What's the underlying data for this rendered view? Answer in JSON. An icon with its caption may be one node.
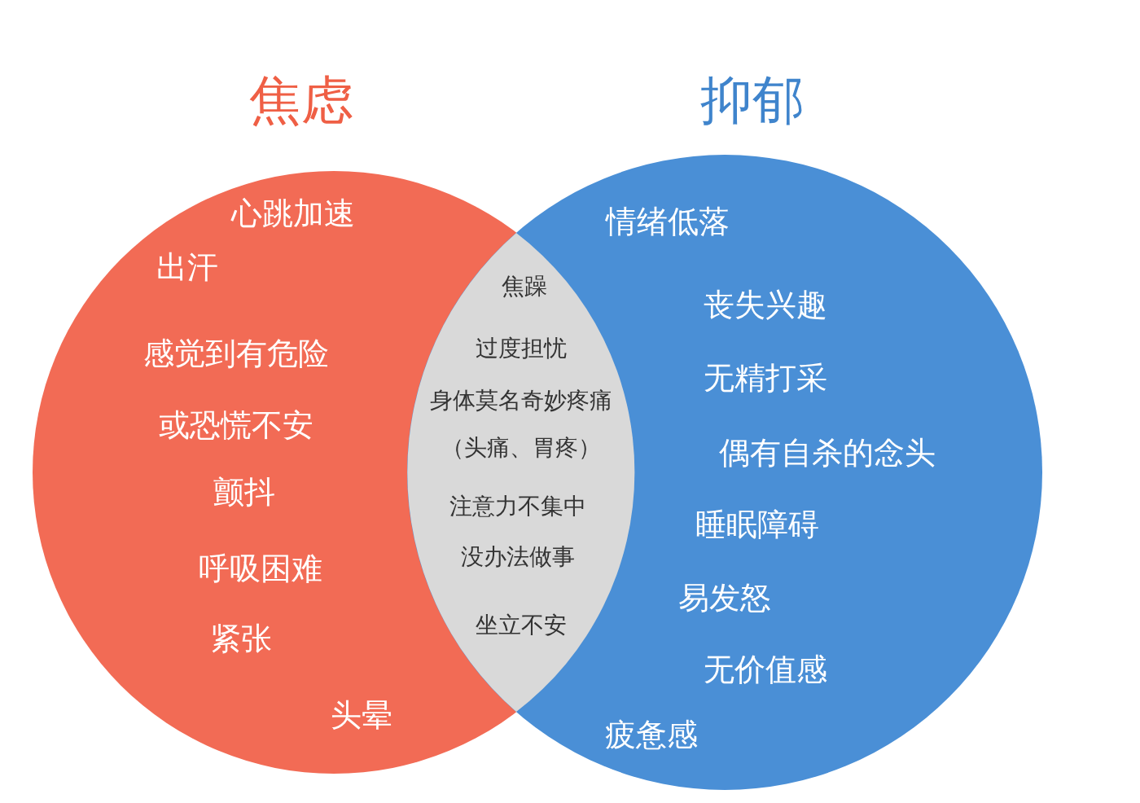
{
  "diagram": {
    "nodes": [
      {
        "text": [
          "焦虑",
          "心跳加速",
          "出汗",
          "感觉到有危险",
          "或恐慌不安",
          "颤抖",
          "呼吸困难",
          "紧张",
          "头晕"
        ]
      },
      {
        "text": [
          "抑郁",
          "情绪低落",
          "丧失兴趣",
          "无精打采",
          "偶有自杀的念头",
          "睡眠障碍",
          "易发怒",
          "无价值感",
          "疲惫感"
        ]
      },
      {
        "text": [
          "焦躁",
          "过度担忧",
          "身体莫名奇妙疼痛",
          "（头痛、胃疼）",
          "注意力不集中",
          "没办法做事",
          "坐立不安"
        ]
      }
    ],
    "edges": []
  }
}
